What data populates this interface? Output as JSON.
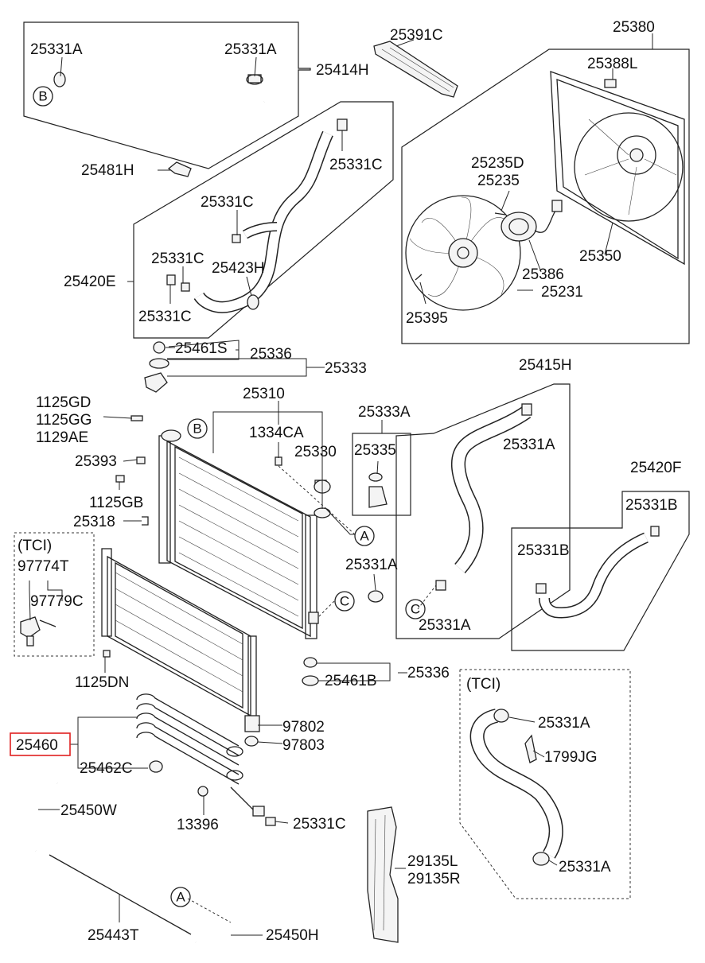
{
  "labels": {
    "l_25331A_1": "25331A",
    "l_25331A_2": "25331A",
    "l_25414H": "25414H",
    "l_25391C": "25391C",
    "l_25380": "25380",
    "l_25388L": "25388L",
    "l_25481H": "25481H",
    "l_25331C_1": "25331C",
    "l_25331C_2": "25331C",
    "l_25331C_3": "25331C",
    "l_25423H": "25423H",
    "l_25420E": "25420E",
    "l_25331C_4": "25331C",
    "l_25235D": "25235D",
    "l_25235": "25235",
    "l_25386": "25386",
    "l_25350": "25350",
    "l_25231": "25231",
    "l_25395": "25395",
    "l_25461S": "25461S",
    "l_25336_1": "25336",
    "l_25333": "25333",
    "l_25415H": "25415H",
    "l_25310": "25310",
    "l_1125GD": "1125GD",
    "l_1125GG": "1125GG",
    "l_1129AE": "1129AE",
    "l_1334CA": "1334CA",
    "l_25333A": "25333A",
    "l_25335": "25335",
    "l_25331A_3": "25331A",
    "l_25393": "25393",
    "l_25330": "25330",
    "l_1125GB": "1125GB",
    "l_25420F": "25420F",
    "l_25331B_1": "25331B",
    "l_25318": "25318",
    "l_TCI_1": "(TCI)",
    "l_97774T": "97774T",
    "l_25331A_4": "25331A",
    "l_25331B_2": "25331B",
    "l_97779C": "97779C",
    "l_25331A_5": "25331A",
    "l_1125DN": "1125DN",
    "l_25461B": "25461B",
    "l_25336_2": "25336",
    "l_TCI_2": "(TCI)",
    "l_97802": "97802",
    "l_25331A_6": "25331A",
    "l_25460": "25460",
    "l_97803": "97803",
    "l_1799JG": "1799JG",
    "l_25462C": "25462C",
    "l_25450W": "25450W",
    "l_13396": "13396",
    "l_25331C_5": "25331C",
    "l_29135L": "29135L",
    "l_29135R": "29135R",
    "l_25331A_7": "25331A",
    "l_25443T": "25443T",
    "l_25450H": "25450H"
  },
  "callouts": {
    "b1": "B",
    "b2": "B",
    "a1": "A",
    "a2": "A",
    "c1": "C",
    "c2": "C"
  },
  "highlight": {
    "part": "25460",
    "color": "#e02020"
  }
}
